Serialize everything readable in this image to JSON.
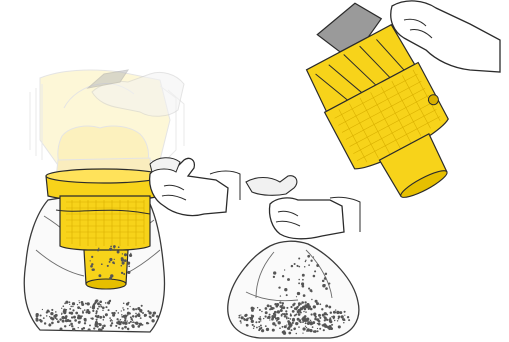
{
  "figure": {
    "panels": [
      {
        "panel": "left",
        "steps": [
          "lift-and-place-bin-in-bag",
          "hold-bag-around-bin"
        ],
        "icons": [
          "ghost-hand-icon",
          "hand-holding-bag-icon",
          "bin-icon",
          "bag-icon",
          "debris-icon"
        ]
      },
      {
        "panel": "right",
        "steps": [
          "tilt-bin",
          "empty-debris-into-bag"
        ],
        "icons": [
          "hand-holding-bin-icon",
          "hand-holding-bag-icon",
          "bin-icon",
          "bag-icon",
          "debris-icon"
        ]
      }
    ]
  },
  "colors": {
    "background": "#ffffff",
    "bin_yellow": "#f7d31a",
    "bin_yellow_dark": "#d9b000",
    "bin_outline": "#2b2b2b",
    "bag_fill": "#f9f9f9",
    "bag_outline": "#333333",
    "hand_fill": "#ffffff",
    "ghost": "#dddddd",
    "debris": "#555555",
    "grey_handle": "#9a9a9a"
  }
}
